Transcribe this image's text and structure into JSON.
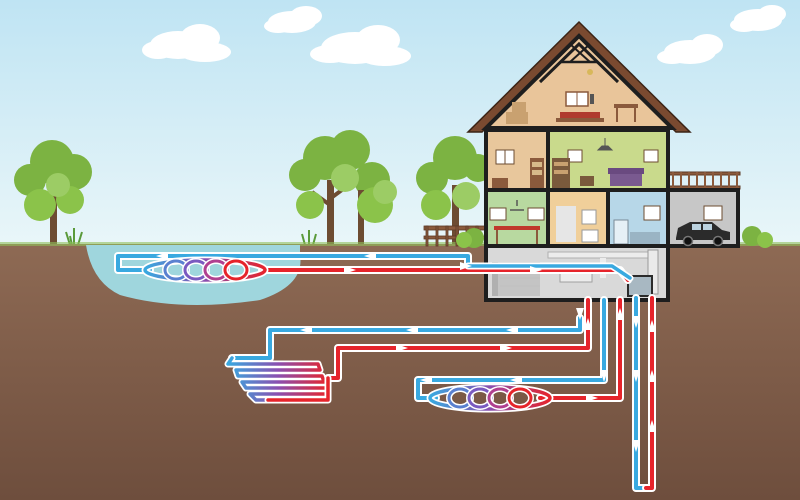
{
  "colors": {
    "sky_top": "#bfe4f3",
    "sky_bottom": "#e6f4f8",
    "ground_top": "#8e6a54",
    "ground_bottom": "#6e4e3d",
    "pond": "#9fd6dd",
    "pipe_cold": "#39a9e0",
    "pipe_hot": "#e6242b",
    "pipe_outline": "#ffffff",
    "house_outline": "#1e1e1e",
    "roof": "#7a4a30",
    "tree_leaf": "#7cb342",
    "tree_leaf_dark": "#558b2f",
    "tree_trunk": "#6d4c32"
  },
  "icons": {
    "flow_arrow": "arrowhead",
    "heat_pump": "heat-pump-unit",
    "car": "car-icon"
  },
  "loops": [
    {
      "name": "pond-loop",
      "type": "coil"
    },
    {
      "name": "horizontal-slinky-loop",
      "type": "serpentine"
    },
    {
      "name": "horizontal-coil-loop",
      "type": "coil"
    },
    {
      "name": "vertical-well-loop",
      "type": "vertical"
    }
  ],
  "rooms": [
    "attic-bedroom",
    "upper-left-room",
    "living-room",
    "kitchen",
    "bathroom",
    "utility-room",
    "garage",
    "basement"
  ]
}
